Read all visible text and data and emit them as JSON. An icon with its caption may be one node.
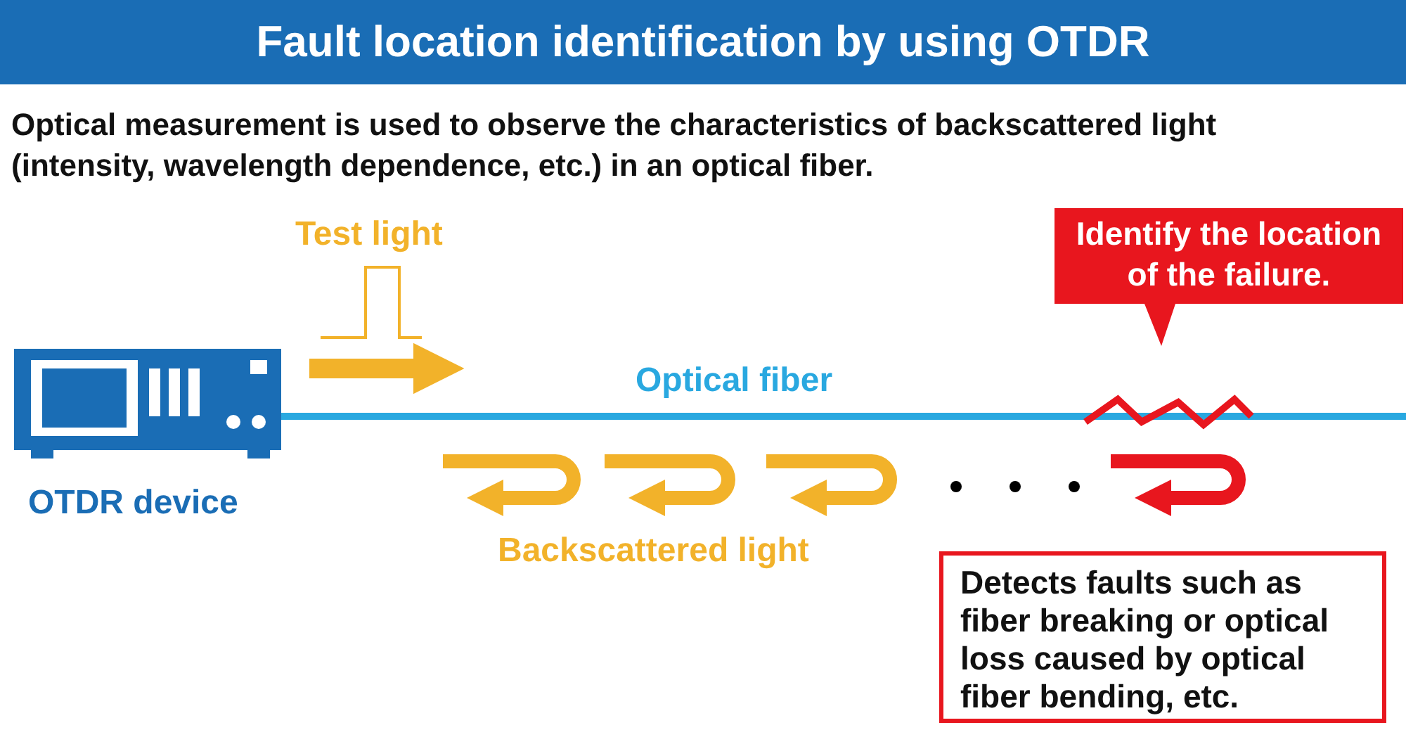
{
  "diagram": {
    "title": "Fault location identification by using OTDR",
    "nodes": [
      {
        "text": [
          "Identify the location of the failure."
        ]
      },
      {
        "text": [
          "Detects faults such as fiber breaking or optical loss caused by optical fiber bending, etc."
        ]
      }
    ],
    "labels": [
      "Optical measurement is used to observe the characteristics of backscattered light (intensity, wavelength dependence, etc.) in an optical fiber.",
      "Test light",
      "Optical fiber",
      "OTDR device",
      "Backscattered light"
    ]
  }
}
